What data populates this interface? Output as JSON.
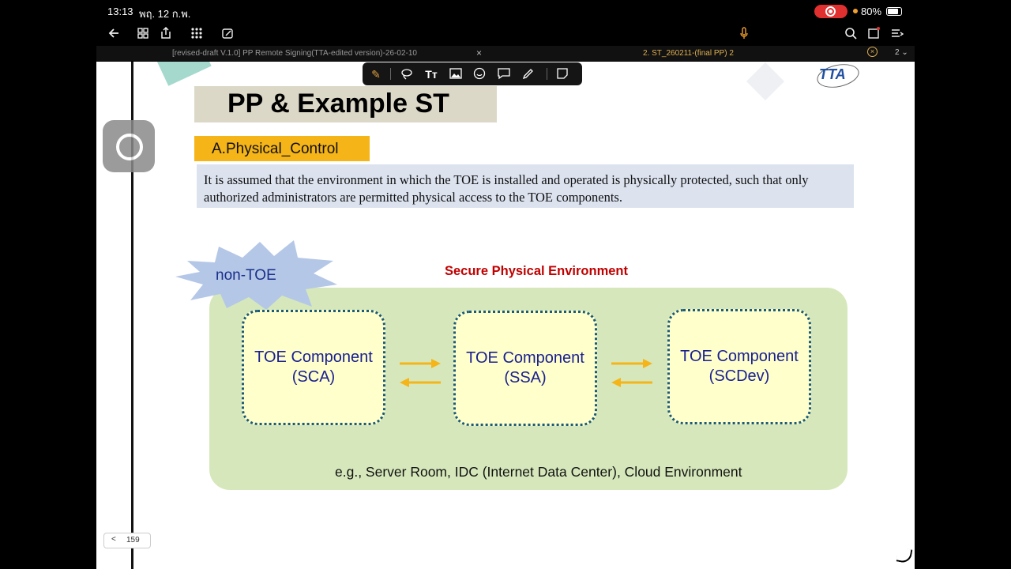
{
  "status": {
    "time": "13:13",
    "date": "พฤ. 12 ก.พ.",
    "battery": "80%"
  },
  "tabs": [
    {
      "label": "[revised-draft V.1.0] PP Remote Signing(TTA-edited version)-26-02-10",
      "close": "×"
    },
    {
      "label": "2. ST_260211-(final PP) 2",
      "close": "×"
    }
  ],
  "tab_count": "2",
  "slide": {
    "title": "PP & Example ST",
    "logo": "TTA",
    "tag": "A.Physical_Control",
    "description": "It is assumed that the environment in which the TOE is installed and operated is physically protected, such that only authorized administrators are permitted physical access to the TOE components.",
    "non_toe": "non-TOE",
    "environment_label": "Secure Physical Environment",
    "components": [
      {
        "line1": "TOE Component",
        "line2": "(SCA)"
      },
      {
        "line1": "TOE Component",
        "line2": "(SSA)"
      },
      {
        "line1": "TOE Component",
        "line2": "(SCDev)"
      }
    ],
    "examples": "e.g., Server Room, IDC (Internet Data Center), Cloud Environment"
  },
  "pager": {
    "page": "159",
    "prev": "<"
  },
  "icons": [
    "back-icon",
    "grid-icon",
    "share-icon",
    "apps-icon",
    "edit-icon",
    "mic-icon",
    "search-icon",
    "bookmark-icon",
    "menu-icon",
    "pen-icon",
    "lasso-icon",
    "text-icon",
    "image-icon",
    "sticker-icon",
    "comment-icon",
    "highlighter-icon",
    "note-icon"
  ],
  "colors": {
    "tag": "#f5b418",
    "title_bg": "#dcd8c8",
    "env": "#d6e8bb",
    "component_bg": "#ffffcc",
    "component_text": "#1a2090",
    "env_label": "#c00000",
    "arrow": "#f5b418"
  }
}
